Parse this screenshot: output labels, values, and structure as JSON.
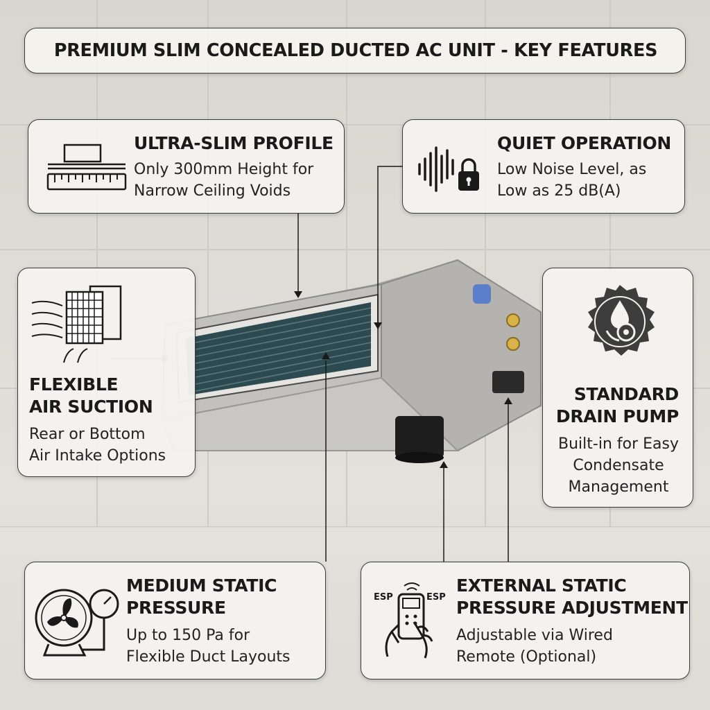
{
  "header": {
    "title": "PREMIUM SLIM CONCEALED DUCTED AC UNIT - KEY FEATURES"
  },
  "features": {
    "ultra_slim": {
      "title": "ULTRA-SLIM PROFILE",
      "line1": "Only 300mm Height for",
      "line2": "Narrow Ceiling Voids",
      "icon": "ruler-unit-icon"
    },
    "quiet": {
      "title": "QUIET OPERATION",
      "line1": "Low Noise Level, as",
      "line2": "Low as 25 dB(A)",
      "icon": "sound-wave-lock-icon"
    },
    "suction": {
      "title1": "FLEXIBLE",
      "title2": "AIR SUCTION",
      "line1": "Rear or Bottom",
      "line2": "Air Intake Options",
      "icon": "air-filter-icon"
    },
    "drain": {
      "title1": "STANDARD",
      "title2": "DRAIN PUMP",
      "line1": "Built-in for Easy",
      "line2": "Condensate",
      "line3": "Management",
      "icon": "drain-pump-badge-icon"
    },
    "static": {
      "title1": "MEDIUM STATIC",
      "title2": "PRESSURE",
      "line1": "Up to 150 Pa for",
      "line2": "Flexible Duct Layouts",
      "icon": "fan-gauge-icon"
    },
    "esp": {
      "title1": "EXTERNAL STATIC",
      "title2": "PRESSURE ADJUSTMENT",
      "line1": "Adjustable via Wired",
      "line2": "Remote (Optional)",
      "icon": "remote-hand-icon",
      "label_left": "ESP",
      "label_right": "ESP"
    }
  },
  "colors": {
    "panel": "#f4f2ee",
    "border": "#3a3a3a",
    "unit_metal": "#b9b7b3",
    "coil": "#2d4a50"
  }
}
